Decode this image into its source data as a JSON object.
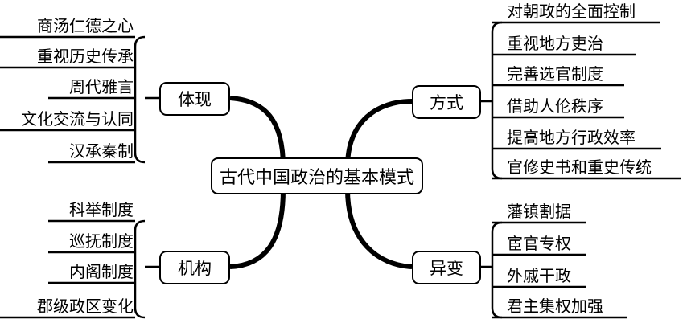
{
  "center": "古代中国政治的基本模式",
  "branches": {
    "tixian": {
      "label": "体现",
      "items": [
        "商汤仁德之心",
        "重视历史传承",
        "周代雅言",
        "文化交流与认同",
        "汉承秦制"
      ]
    },
    "fangshi": {
      "label": "方式",
      "items": [
        "对朝政的全面控制",
        "重视地方吏治",
        "完善选官制度",
        "借助人伦秩序",
        "提高地方行政效率",
        "官修史书和重史传统"
      ]
    },
    "jigou": {
      "label": "机构",
      "items": [
        "科举制度",
        "巡抚制度",
        "内阁制度",
        "郡级政区变化"
      ]
    },
    "yibian": {
      "label": "异变",
      "items": [
        "藩镇割据",
        "宦官专权",
        "外戚干政",
        "君主集权加强"
      ]
    }
  }
}
